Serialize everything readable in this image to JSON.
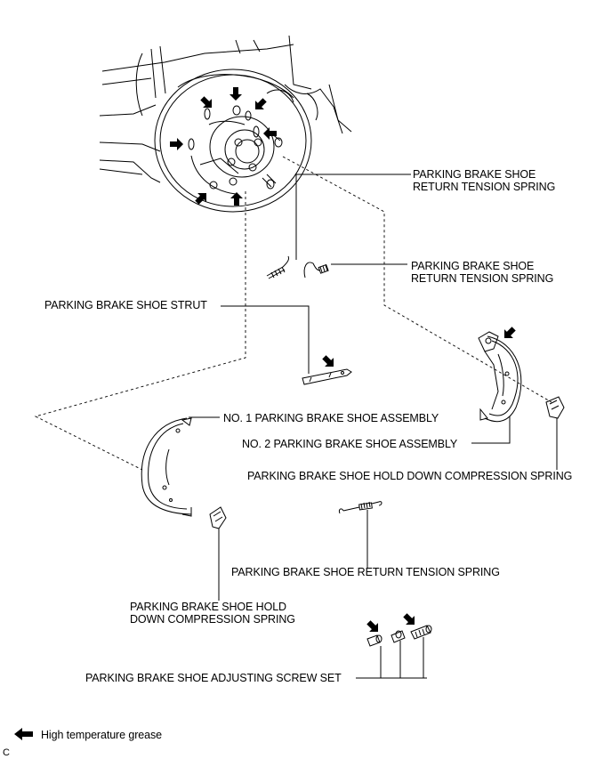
{
  "labels": {
    "return_spring_top_1": "PARKING BRAKE SHOE",
    "return_spring_top_2": "RETURN TENSION SPRING",
    "return_spring_mid_1": "PARKING BRAKE SHOE",
    "return_spring_mid_2": "RETURN TENSION SPRING",
    "strut": "PARKING BRAKE SHOE STRUT",
    "no1_shoe": "NO. 1 PARKING BRAKE SHOE ASSEMBLY",
    "no2_shoe": "NO. 2 PARKING BRAKE SHOE ASSEMBLY",
    "hold_down_right": "PARKING BRAKE SHOE HOLD DOWN COMPRESSION SPRING",
    "return_spring_lower": "PARKING BRAKE SHOE RETURN TENSION SPRING",
    "hold_down_left_1": "PARKING BRAKE SHOE HOLD",
    "hold_down_left_2": "DOWN COMPRESSION SPRING",
    "adjusting_screw": "PARKING BRAKE SHOE ADJUSTING SCREW SET"
  },
  "legend": {
    "icon": "arrow-left-icon",
    "text": "High temperature grease"
  },
  "figure_code": "C"
}
